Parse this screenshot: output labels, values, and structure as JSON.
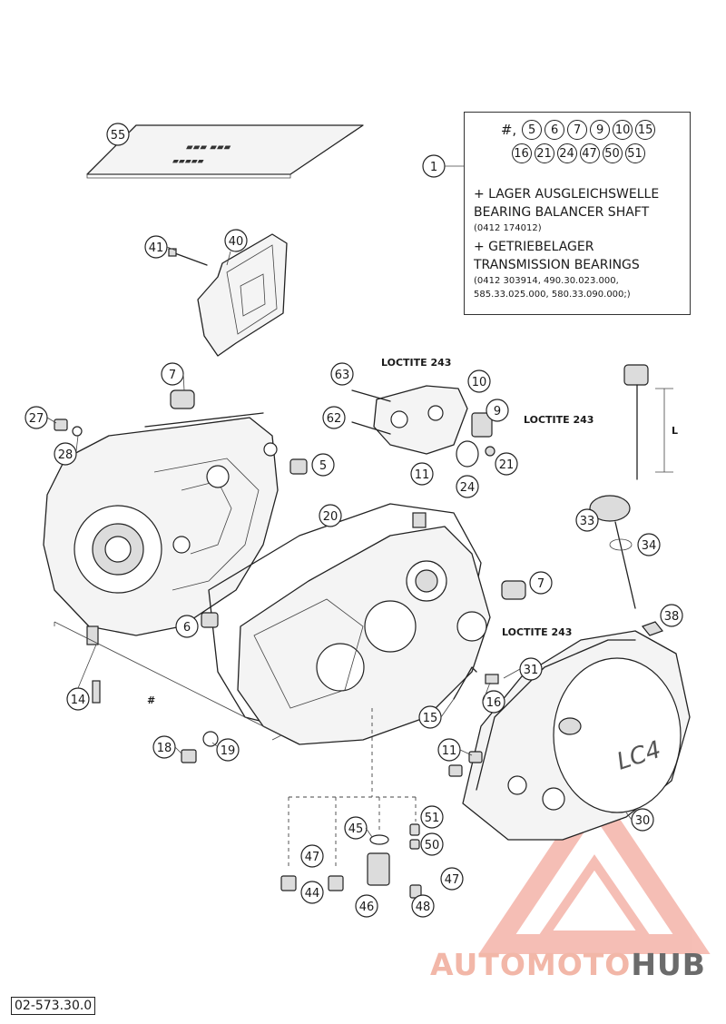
{
  "legend": {
    "hash_symbol": "#,",
    "included_refs": [
      "5",
      "6",
      "7",
      "9",
      "10",
      "15",
      "16",
      "21",
      "24",
      "47",
      "50",
      "51"
    ],
    "line1": "+ LAGER AUSGLEICHSWELLE",
    "line2": "BEARING BALANCER SHAFT",
    "line3": "(0412 174012)",
    "line4": "+ GETRIEBELAGER",
    "line5": "TRANSMISSION BEARINGS",
    "line6": "(0412 303914, 490.30.023.000,",
    "line7": "585.33.025.000, 580.33.090.000;)"
  },
  "callouts": {
    "c1": "1",
    "c5": "5",
    "c6": "6",
    "c7a": "7",
    "c7b": "7",
    "c9": "9",
    "c10": "10",
    "c11a": "11",
    "c11b": "11",
    "c14": "14",
    "c15": "15",
    "c16": "16",
    "c18": "18",
    "c19": "19",
    "c20": "20",
    "c21": "21",
    "c24": "24",
    "c27": "27",
    "c28": "28",
    "c30": "30",
    "c31": "31",
    "c33": "33",
    "c34": "34",
    "c38": "38",
    "c40": "40",
    "c41": "41",
    "c44": "44",
    "c45": "45",
    "c46": "46",
    "c47a": "47",
    "c47b": "47",
    "c48": "48",
    "c50": "50",
    "c51": "51",
    "c55": "55",
    "c62": "62",
    "c63": "63"
  },
  "labels": {
    "loctite_a": "LOCTITE 243",
    "loctite_b": "LOCTITE 243",
    "loctite_c": "LOCTITE 243",
    "dimension_l": "L",
    "hash_mark": "#",
    "cover_logo": "LC4"
  },
  "doc_number": "02-573.30.0",
  "watermark": {
    "part1": "AUTOMOTO",
    "part2": "HUB",
    "color1": "#f2b7a8",
    "color2": "#6b6b6b",
    "triangle_color": "#f0a090"
  }
}
